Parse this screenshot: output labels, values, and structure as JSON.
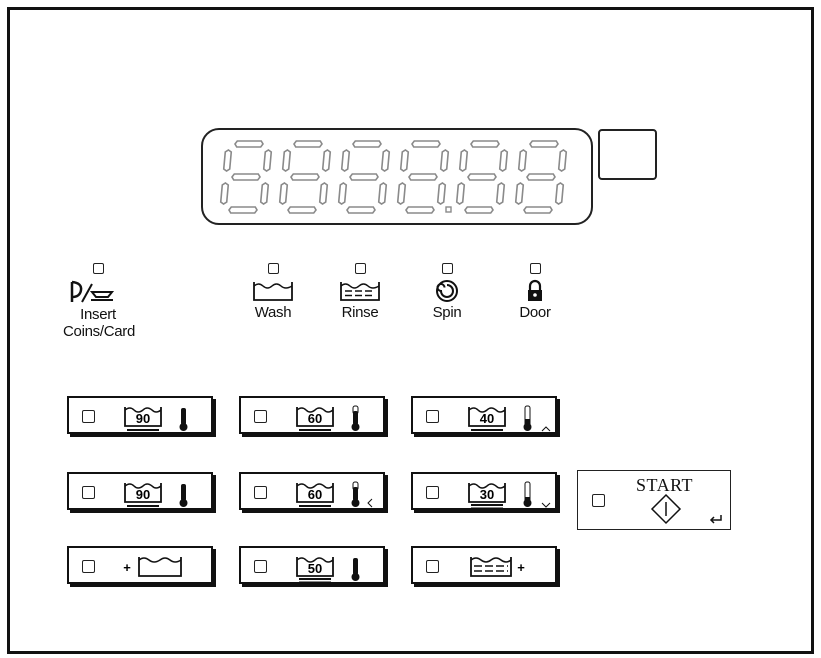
{
  "display": {
    "digits": 6,
    "decimal_after": 4,
    "segment_color": "#8a8a8a"
  },
  "indicators": [
    {
      "id": "insert",
      "label_line1": "Insert",
      "label_line2": "Coins/Card",
      "icon": "coin-card-icon"
    },
    {
      "id": "wash",
      "label_line1": "Wash",
      "icon": "wash-tub-icon"
    },
    {
      "id": "rinse",
      "label_line1": "Rinse",
      "icon": "rinse-tub-icon"
    },
    {
      "id": "spin",
      "label_line1": "Spin",
      "icon": "spin-spiral-icon"
    },
    {
      "id": "door",
      "label_line1": "Door",
      "icon": "lock-icon"
    }
  ],
  "programs": [
    {
      "id": "p90a",
      "temp": "90",
      "icon": "wash-temp-icon",
      "underline": 1,
      "arrow": ""
    },
    {
      "id": "p60a",
      "temp": "60",
      "icon": "wash-temp-icon",
      "underline": 1,
      "arrow": ""
    },
    {
      "id": "p40",
      "temp": "40",
      "icon": "wash-temp-icon",
      "underline": 1,
      "arrow": "^"
    },
    {
      "id": "p90b",
      "temp": "90",
      "icon": "wash-temp-icon",
      "underline": 1,
      "arrow": ""
    },
    {
      "id": "p60b",
      "temp": "60",
      "icon": "wash-temp-icon",
      "underline": 1,
      "arrow": "<"
    },
    {
      "id": "p30",
      "temp": "30",
      "icon": "wash-temp-icon",
      "underline": 2,
      "arrow": "v"
    },
    {
      "id": "prewash",
      "prefix": "+",
      "icon": "prewash-tub-icon"
    },
    {
      "id": "p50",
      "temp": "50",
      "icon": "wash-temp-icon",
      "underline": 2,
      "arrow": ""
    },
    {
      "id": "extra-rinse",
      "suffix": "+",
      "icon": "extra-rinse-icon"
    }
  ],
  "start": {
    "label": "START",
    "icon": "start-diamond-icon",
    "enter_icon": "enter-arrow-icon"
  }
}
